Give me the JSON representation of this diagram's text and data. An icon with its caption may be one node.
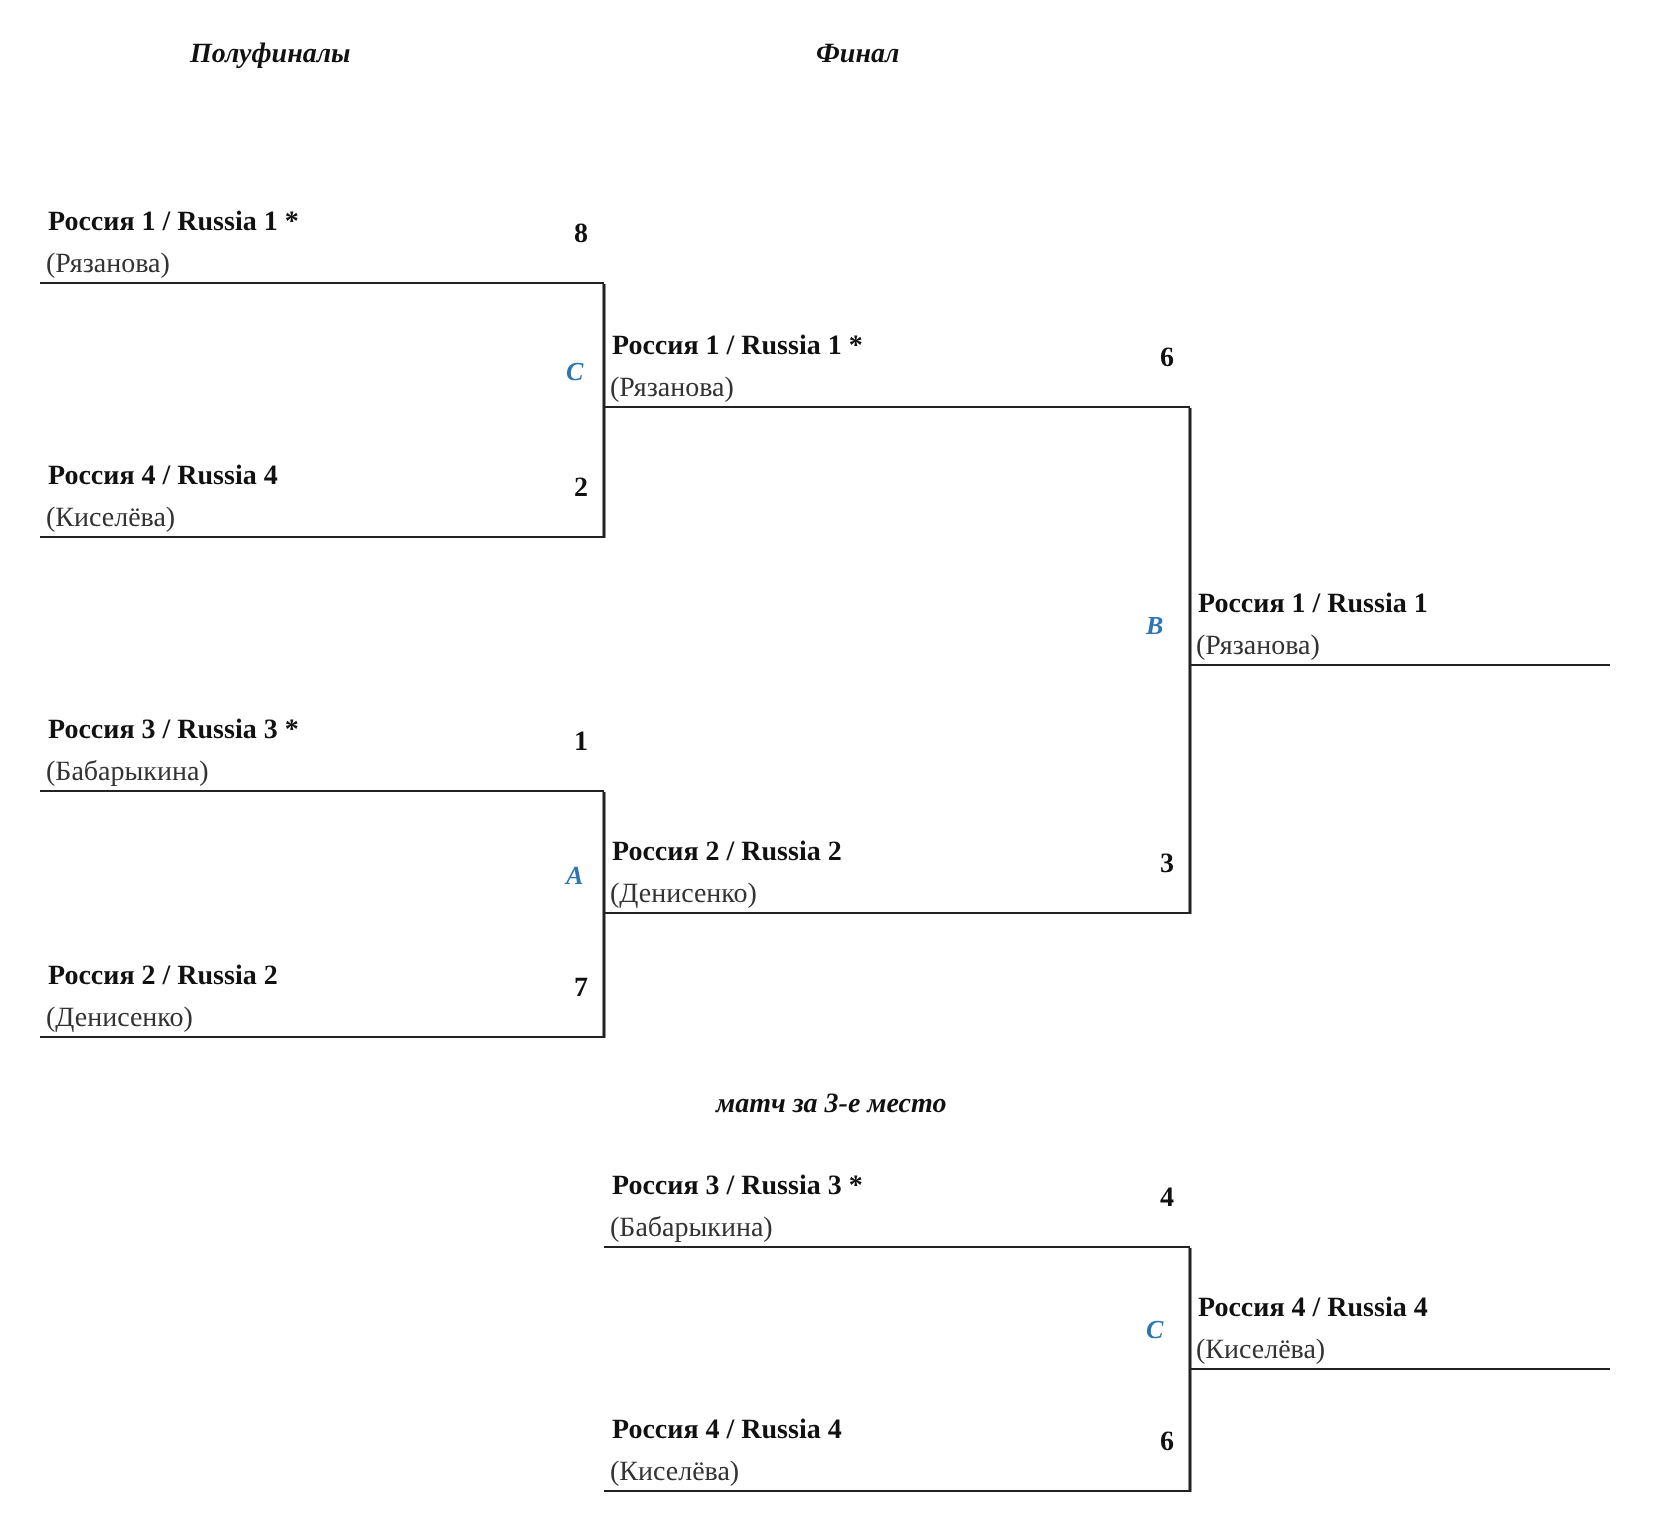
{
  "diagram": {
    "nodes": [
      {
        "text": [
          "Россия 1 / Russia 1 *",
          "(Рязанова)",
          "8"
        ]
      },
      {
        "text": [
          "Россия 4 / Russia 4",
          "(Киселёва)",
          "2"
        ]
      },
      {
        "text": [
          "Россия 3 / Russia 3 *",
          "(Бабарыкина)",
          "1"
        ]
      },
      {
        "text": [
          "Россия 2 / Russia 2",
          "(Денисенко)",
          "7"
        ]
      },
      {
        "text": [
          "Россия 1 / Russia 1 *",
          "(Рязанова)",
          "6"
        ]
      },
      {
        "text": [
          "Россия 2 / Russia 2",
          "(Денисенко)",
          "3"
        ]
      },
      {
        "text": [
          "Россия 1 / Russia 1",
          "(Рязанова)"
        ]
      },
      {
        "text": [
          "Россия 3 / Russia 3 *",
          "(Бабарыкина)",
          "4"
        ]
      },
      {
        "text": [
          "Россия 4 / Russia 4",
          "(Киселёва)",
          "6"
        ]
      },
      {
        "text": [
          "Россия 4 / Russia 4",
          "(Киселёва)"
        ]
      }
    ],
    "edges": [
      {
        "from": 0,
        "to": 4,
        "arrow": "none"
      },
      {
        "from": 1,
        "to": 4,
        "arrow": "none"
      },
      {
        "from": 2,
        "to": 5,
        "arrow": "none"
      },
      {
        "from": 3,
        "to": 5,
        "arrow": "none"
      },
      {
        "from": 4,
        "to": 6,
        "arrow": "none"
      },
      {
        "from": 5,
        "to": 6,
        "arrow": "none"
      },
      {
        "from": 7,
        "to": 9,
        "arrow": "none"
      },
      {
        "from": 8,
        "to": 9,
        "arrow": "none"
      }
    ],
    "labels": [
      "Полуфиналы",
      "Финал",
      "C",
      "B",
      "A",
      "матч за 3-е место",
      "C"
    ]
  }
}
